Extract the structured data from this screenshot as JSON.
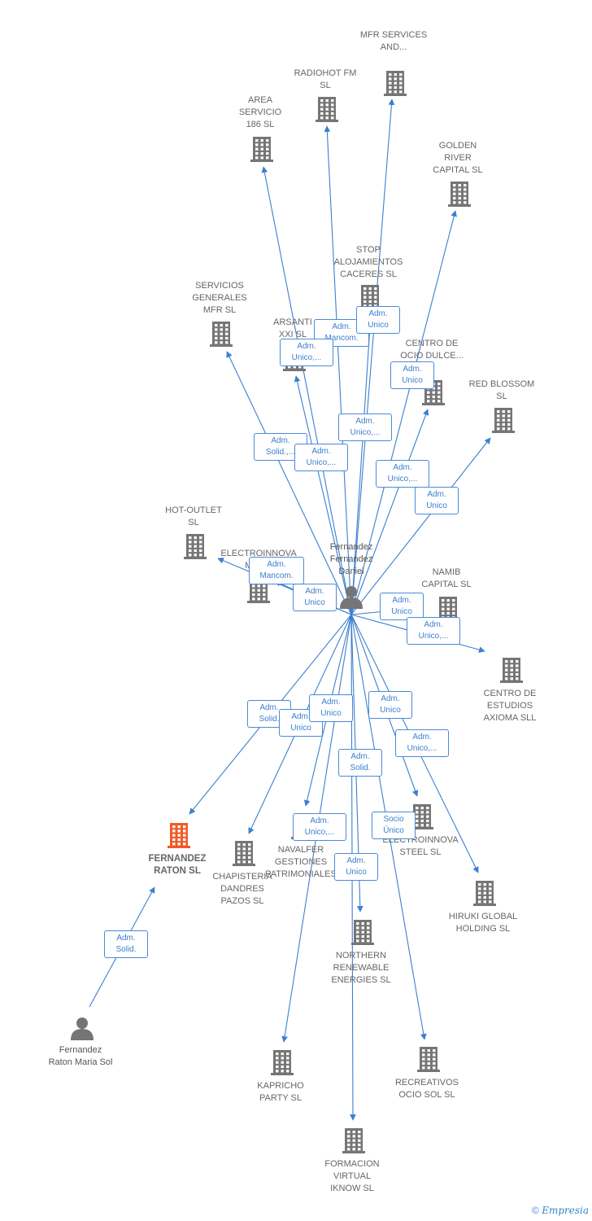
{
  "center": {
    "label": "Fernandez Fernandez Daniel"
  },
  "companies": [
    {
      "id": "mfr",
      "label": "MFR SERVICES AND..."
    },
    {
      "id": "radiohot",
      "label": "RADIOHOT FM SL"
    },
    {
      "id": "area",
      "label": "AREA SERVICIO 186 SL"
    },
    {
      "id": "golden",
      "label": "GOLDEN RIVER CAPITAL SL"
    },
    {
      "id": "stop",
      "label": "STOP ALOJAMIENTOS CACERES SL"
    },
    {
      "id": "servicios",
      "label": "SERVICIOS GENERALES MFR SL"
    },
    {
      "id": "arsanti",
      "label": "ARSANTI XXI SL"
    },
    {
      "id": "centroocio",
      "label": "CENTRO DE OCIO DULCE..."
    },
    {
      "id": "red",
      "label": "RED BLOSSOM SL"
    },
    {
      "id": "hotoutlet",
      "label": "HOT-OUTLET SL"
    },
    {
      "id": "electroinnova_mar",
      "label": "ELECTROINNOVA MAR..."
    },
    {
      "id": "namib",
      "label": "NAMIB CAPITAL SL"
    },
    {
      "id": "axioma",
      "label": "CENTRO DE ESTUDIOS AXIOMA SLL"
    },
    {
      "id": "fernandezraton",
      "label": "FERNANDEZ RATON SL"
    },
    {
      "id": "chapisteria",
      "label": "CHAPISTERIA DANDRES PAZOS SL"
    },
    {
      "id": "navalfer",
      "label": "NAVALFER GESTIONES PATRIMONIALES"
    },
    {
      "id": "electroinnova_steel",
      "label": "ELECTROINNOVA STEEL SL"
    },
    {
      "id": "hiruki",
      "label": "HIRUKI GLOBAL HOLDING SL"
    },
    {
      "id": "northern",
      "label": "NORTHERN RENEWABLE ENERGIES SL"
    },
    {
      "id": "kapricho",
      "label": "KAPRICHO PARTY SL"
    },
    {
      "id": "recreativos",
      "label": "RECREATIVOS OCIO SOL SL"
    },
    {
      "id": "formacion",
      "label": "FORMACION VIRTUAL IKNOW SL"
    }
  ],
  "persons": [
    {
      "id": "maria",
      "label": "Fernandez Raton Maria Sol"
    }
  ],
  "edge_labels": [
    "Adm. Mancom.",
    "Adm. Unico",
    "Adm. Unico,...",
    "Adm. Unico",
    "Adm. Unico,...",
    "Adm. Solid.,...",
    "Adm. Unico,...",
    "Adm. Unico,...",
    "Adm. Unico",
    "Adm. Mancom.",
    "Adm. Unico",
    "Adm. Unico",
    "Adm. Unico,...",
    "Adm. Solid.",
    "Adm. Unico",
    "Adm. Unico",
    "Adm. Unico",
    "Adm. Unico,...",
    "Adm. Solid.",
    "Adm. Unico,...",
    "Socio Único",
    "Adm. Unico",
    "Adm. Solid."
  ],
  "footer": {
    "copyright_symbol": "©",
    "brand": "Empresia"
  },
  "colors": {
    "edge": "#3b7fd0",
    "building": "#757575",
    "focus_building": "#f05a28",
    "person": "#757575"
  }
}
